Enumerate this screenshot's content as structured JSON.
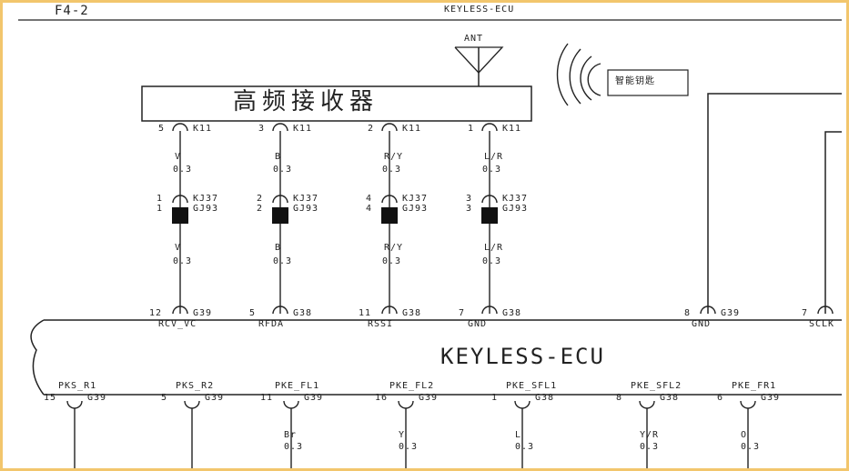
{
  "header": {
    "page_id": "F4-2",
    "title": "KEYLESS-ECU"
  },
  "antenna": {
    "label": "ANT"
  },
  "receiver": {
    "label": "高频接收器"
  },
  "smart_key": {
    "label": "智能钥匙"
  },
  "ecu": {
    "label": "KEYLESS-ECU"
  },
  "receiver_circuits": [
    {
      "k_pin": "5",
      "k_conn": "K11",
      "wire_top": "V",
      "size_top": "0.3",
      "kj_pin": "1",
      "kj_conn": "KJ37",
      "gj_pin": "1",
      "gj_conn": "GJ93",
      "wire_bot": "V",
      "size_bot": "0.3",
      "g_pin": "12",
      "g_conn": "G39",
      "signal": "RCV_VC"
    },
    {
      "k_pin": "3",
      "k_conn": "K11",
      "wire_top": "B",
      "size_top": "0.3",
      "kj_pin": "2",
      "kj_conn": "KJ37",
      "gj_pin": "2",
      "gj_conn": "GJ93",
      "wire_bot": "B",
      "size_bot": "0.3",
      "g_pin": "5",
      "g_conn": "G38",
      "signal": "RFDA"
    },
    {
      "k_pin": "2",
      "k_conn": "K11",
      "wire_top": "R/Y",
      "size_top": "0.3",
      "kj_pin": "4",
      "kj_conn": "KJ37",
      "gj_pin": "4",
      "gj_conn": "GJ93",
      "wire_bot": "R/Y",
      "size_bot": "0.3",
      "g_pin": "11",
      "g_conn": "G38",
      "signal": "RSSI"
    },
    {
      "k_pin": "1",
      "k_conn": "K11",
      "wire_top": "L/R",
      "size_top": "0.3",
      "kj_pin": "3",
      "kj_conn": "KJ37",
      "gj_pin": "3",
      "gj_conn": "GJ93",
      "wire_bot": "L/R",
      "size_bot": "0.3",
      "g_pin": "7",
      "g_conn": "G38",
      "signal": "GND"
    }
  ],
  "right_pins": [
    {
      "pin": "8",
      "conn": "G39",
      "signal": "GND"
    },
    {
      "pin": "7",
      "conn": "",
      "signal": "SCLK"
    }
  ],
  "bottom_pins": [
    {
      "signal": "PKS_R1",
      "pin": "15",
      "conn": "G39",
      "wire": "",
      "size": ""
    },
    {
      "signal": "PKS_R2",
      "pin": "5",
      "conn": "G39",
      "wire": "",
      "size": ""
    },
    {
      "signal": "PKE_FL1",
      "pin": "11",
      "conn": "G39",
      "wire": "Br",
      "size": "0.3"
    },
    {
      "signal": "PKE_FL2",
      "pin": "16",
      "conn": "G39",
      "wire": "Y",
      "size": "0.3"
    },
    {
      "signal": "PKE_SFL1",
      "pin": "1",
      "conn": "G38",
      "wire": "L",
      "size": "0.3"
    },
    {
      "signal": "PKE_SFL2",
      "pin": "8",
      "conn": "G38",
      "wire": "Y/R",
      "size": "0.3"
    },
    {
      "signal": "PKE_FR1",
      "pin": "6",
      "conn": "G39",
      "wire": "O",
      "size": "0.3"
    }
  ]
}
